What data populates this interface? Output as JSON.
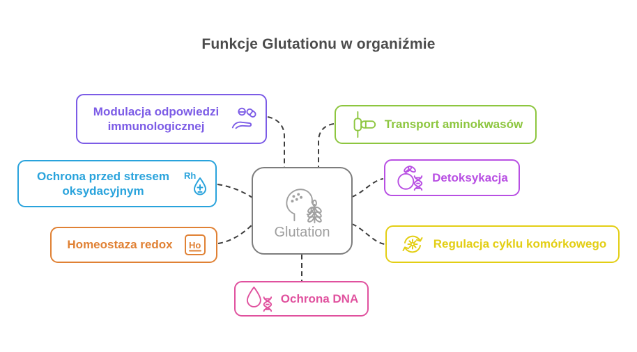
{
  "title": "Funkcje Glutationu w organiźmie",
  "title_color": "#4b4b4b",
  "connector_color": "#3d3d3d",
  "center": {
    "label": "Glutation",
    "icon": "head-dots-wheat-icon",
    "border_color": "#7d7d7d",
    "label_color": "#9e9e9e"
  },
  "nodes": [
    {
      "id": "modulacja",
      "label": "Modulacja odpowiedzi immunologicznej",
      "color": "#7c5ce6",
      "icon": "hand-pills-icon",
      "icon_side": "right"
    },
    {
      "id": "ochrona-stres",
      "label": "Ochrona przed stresem oksydacyjnym",
      "color": "#29a3dc",
      "icon": "rh-droplet-icon",
      "icon_side": "right",
      "icon_text": "Rh"
    },
    {
      "id": "homeostaza",
      "label": "Homeostaza redox",
      "color": "#e08134",
      "icon": "ho-element-icon",
      "icon_side": "right",
      "icon_text": "Ho"
    },
    {
      "id": "transport",
      "label": "Transport aminokwasów",
      "color": "#8dc63f",
      "icon": "zipline-pill-icon",
      "icon_side": "left"
    },
    {
      "id": "detoksykacja",
      "label": "Detoksykacja",
      "color": "#b84fe3",
      "icon": "apple-dna-icon",
      "icon_side": "left"
    },
    {
      "id": "regulacja",
      "label": "Regulacja cyklu komórkowego",
      "color": "#e3ce14",
      "icon": "cycle-gear-icon",
      "icon_side": "left"
    },
    {
      "id": "ochrona-dna",
      "label": "Ochrona DNA",
      "color": "#e0519e",
      "icon": "droplet-dna-icon",
      "icon_side": "left"
    }
  ],
  "edges": [
    {
      "from": "glutation",
      "to": "modulacja"
    },
    {
      "from": "glutation",
      "to": "ochrona-stres"
    },
    {
      "from": "glutation",
      "to": "homeostaza"
    },
    {
      "from": "glutation",
      "to": "transport"
    },
    {
      "from": "glutation",
      "to": "detoksykacja"
    },
    {
      "from": "glutation",
      "to": "regulacja"
    },
    {
      "from": "glutation",
      "to": "ochrona-dna"
    }
  ]
}
